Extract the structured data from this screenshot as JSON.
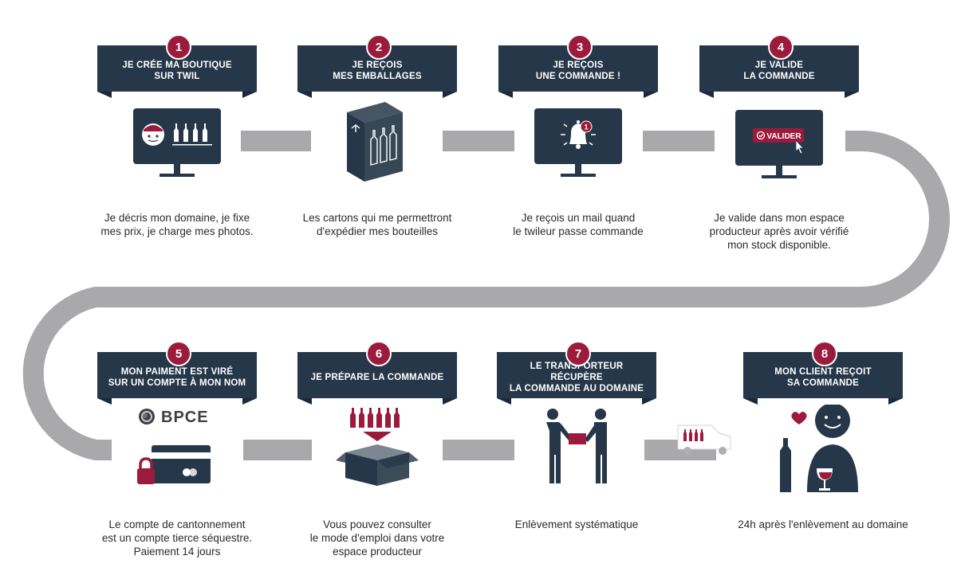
{
  "colors": {
    "navy": "#253748",
    "crimson": "#9c1b3c",
    "track": "#a9a9ab",
    "text": "#2b2b2b"
  },
  "steps": [
    {
      "number": "1",
      "title": [
        "JE CRÉE MA BOUTIQUE",
        "SUR TWIL"
      ],
      "icon": "monitor-producer-bottles-icon",
      "description": [
        "Je décris mon domaine, je fixe",
        "mes prix, je charge mes photos."
      ]
    },
    {
      "number": "2",
      "title": [
        "JE REÇOIS",
        "MES EMBALLAGES"
      ],
      "icon": "wine-box-icon",
      "description": [
        "Les cartons qui me permettront",
        "d'expédier mes bouteilles"
      ]
    },
    {
      "number": "3",
      "title": [
        "JE REÇOIS",
        "UNE COMMANDE !"
      ],
      "icon": "monitor-bell-notification-icon",
      "notification_count": "1",
      "description": [
        "Je reçois un mail quand",
        "le twileur passe commande"
      ]
    },
    {
      "number": "4",
      "title": [
        "JE VALIDE",
        "LA COMMANDE"
      ],
      "icon": "monitor-validate-button-icon",
      "button_label": "VALIDER",
      "description": [
        "Je valide dans mon espace",
        "producteur après avoir vérifié",
        "mon stock disponible."
      ]
    },
    {
      "number": "5",
      "title": [
        "MON PAIMENT EST VIRÉ",
        "SUR UN COMPTE À MON NOM"
      ],
      "icon": "bank-card-lock-icon",
      "bank_name": "BPCE",
      "description": [
        "Le compte de cantonnement",
        "est un compte tierce séquestre.",
        "Paiement 14 jours"
      ]
    },
    {
      "number": "6",
      "title": [
        "JE PRÉPARE LA COMMANDE"
      ],
      "icon": "bottles-into-box-icon",
      "description": [
        "Vous pouvez consulter",
        "le mode d'emploi dans votre",
        "espace producteur"
      ]
    },
    {
      "number": "7",
      "title": [
        "LE TRANSPORTEUR RÉCUPÈRE",
        "LA COMMANDE AU DOMAINE"
      ],
      "icon": "handover-package-icon",
      "description": [
        "Enlèvement systématique"
      ]
    },
    {
      "number": "8",
      "title": [
        "MON CLIENT REÇOIT",
        "SA COMMANDE"
      ],
      "icon": "happy-client-wine-icon",
      "description": [
        "24h après l'enlèvement au domaine"
      ]
    }
  ]
}
